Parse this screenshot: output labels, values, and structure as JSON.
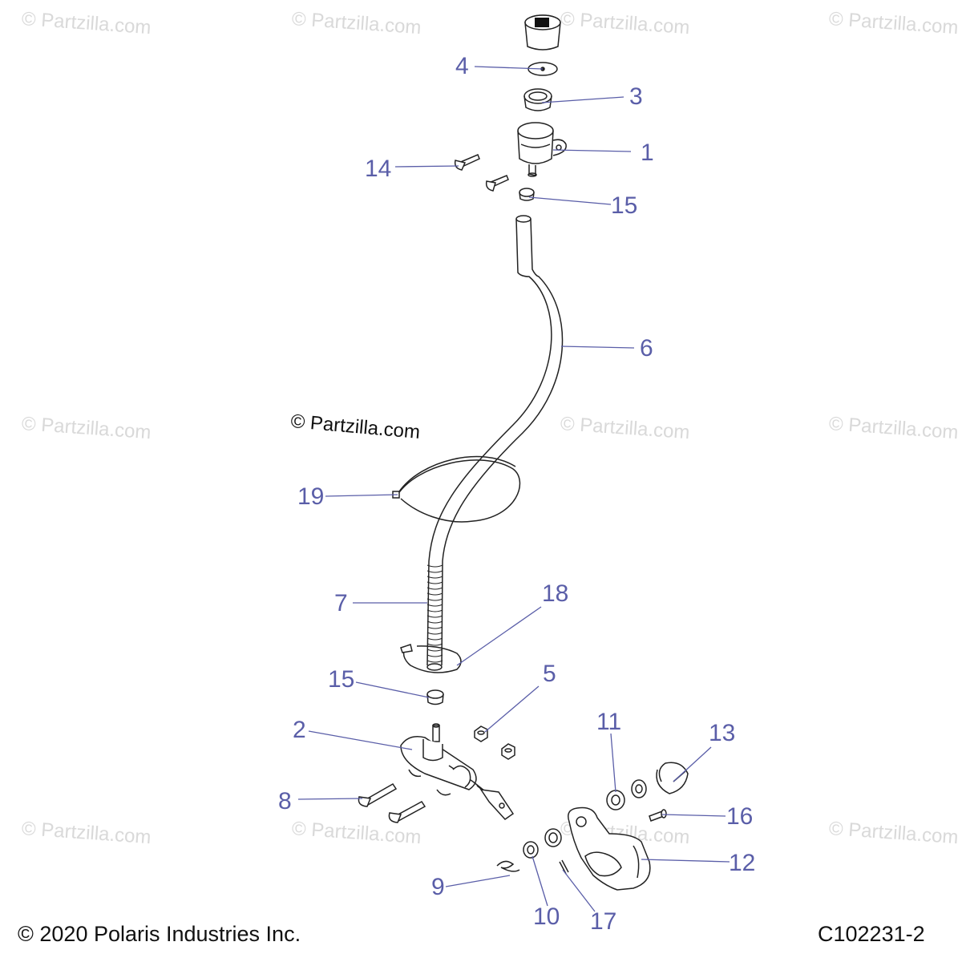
{
  "watermarks": [
    "© Partzilla.com",
    "© Partzilla.com",
    "© Partzilla.com",
    "© Partzilla.com",
    "© Partzilla.com",
    "© Partzilla.com",
    "© Partzilla.com",
    "© Partzilla.com",
    "© Partzilla.com",
    "© Partzilla.com",
    "© Partzilla.com"
  ],
  "center_watermark": "© Partzilla.com",
  "callouts": {
    "c1": "1",
    "c2": "2",
    "c3": "3",
    "c4": "4",
    "c5": "5",
    "c6": "6",
    "c7": "7",
    "c8": "8",
    "c9": "9",
    "c10": "10",
    "c11": "11",
    "c12": "12",
    "c13": "13",
    "c14": "14",
    "c15a": "15",
    "c15b": "15",
    "c16": "16",
    "c17": "17",
    "c18": "18",
    "c19": "19"
  },
  "footer": {
    "copyright": "© 2020 Polaris Industries Inc.",
    "diagram_code": "C102231-2"
  },
  "colors": {
    "callout": "#5a5ea8",
    "leader": "#5a5ea8",
    "line_art": "#222222",
    "watermark": "#d9d9d9"
  }
}
